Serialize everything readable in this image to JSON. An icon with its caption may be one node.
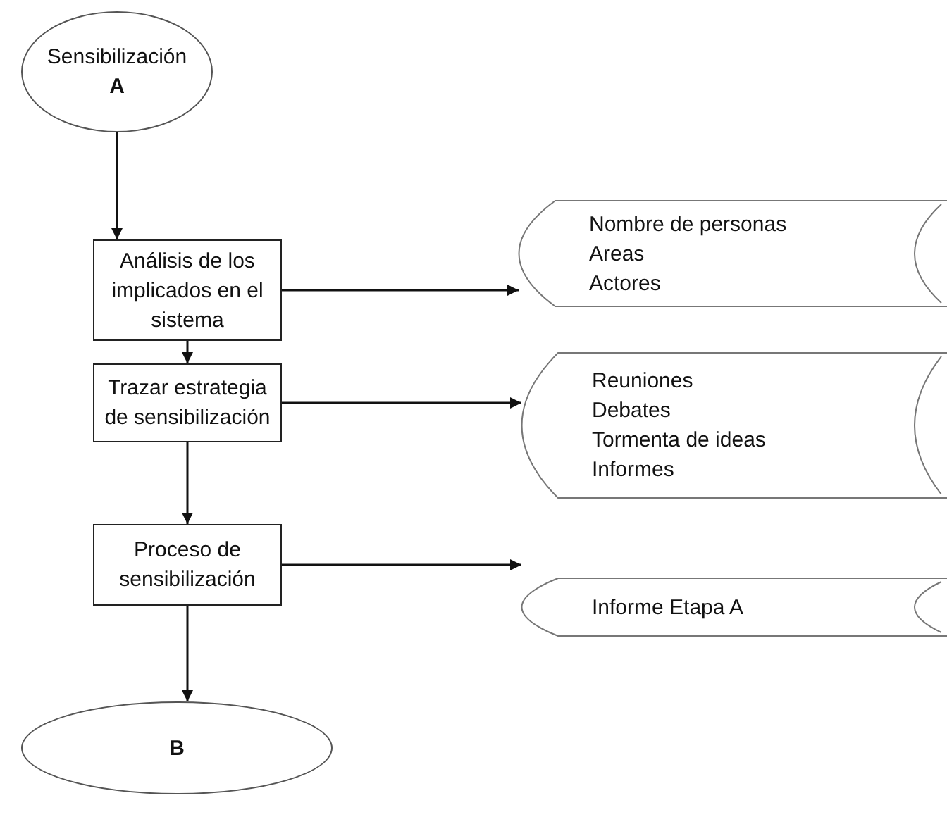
{
  "diagram": {
    "nodes": [
      {
        "text": [
          "Sensibilización",
          "A"
        ]
      },
      {
        "text": [
          "Análisis de los implicados en el sistema"
        ]
      },
      {
        "text": [
          "Trazar estrategia de sensibilización"
        ]
      },
      {
        "text": [
          "Proceso de sensibilización"
        ]
      },
      {
        "text": [
          "B"
        ]
      },
      {
        "text": [
          "Nombre de personas",
          "Areas",
          "Actores"
        ]
      },
      {
        "text": [
          "Reuniones",
          "Debates",
          "Tormenta de ideas",
          "Informes"
        ]
      },
      {
        "text": [
          "Informe Etapa A"
        ]
      }
    ],
    "edges": [
      {
        "from": 0,
        "to": 1,
        "arrow": "to"
      },
      {
        "from": 1,
        "to": 2,
        "arrow": "to"
      },
      {
        "from": 2,
        "to": 3,
        "arrow": "to"
      },
      {
        "from": 3,
        "to": 4,
        "arrow": "to"
      },
      {
        "from": 1,
        "to": 5,
        "arrow": "to"
      },
      {
        "from": 2,
        "to": 6,
        "arrow": "to"
      },
      {
        "from": 3,
        "to": 7,
        "arrow": "to"
      }
    ]
  }
}
